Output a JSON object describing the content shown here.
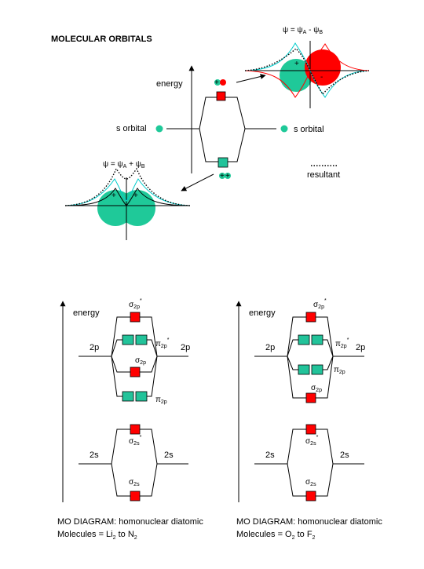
{
  "colors": {
    "bonding_fill": "#1fc999",
    "antibonding_fill": "#ff0000",
    "line": "#000000",
    "cyan_curve": "#00cccc"
  },
  "top": {
    "title": "MOLECULAR ORBITALS",
    "energy_label": "energy",
    "s_orbital_left": "s orbital",
    "s_orbital_right": "s orbital",
    "antibonding_eq": {
      "psi": "ψ = ψ",
      "a": "A",
      "mid": " - ψ",
      "b": "B"
    },
    "bonding_eq": {
      "psi": "ψ = ψ",
      "a": "A",
      "mid": " + ψ",
      "b": "B"
    },
    "resultant_label": "resultant"
  },
  "diagram_left": {
    "energy_label": "energy",
    "left_2p": "2p",
    "right_2p": "2p",
    "left_2s": "2s",
    "right_2s": "2s",
    "sigma": "σ",
    "sub_2p": "2p",
    "sub_2s": "2s",
    "star": "*",
    "pi": "π",
    "caption_line1": "MO DIAGRAM:  homonuclear diatomic",
    "caption_line2_pre": "Molecules = Li",
    "caption_sub1": "2",
    "caption_mid": " to N",
    "caption_sub2": "2"
  },
  "diagram_right": {
    "energy_label": "energy",
    "left_2p": "2p",
    "right_2p": "2p",
    "left_2s": "2s",
    "right_2s": "2s",
    "sigma": "σ",
    "sub_2p": "2p",
    "sub_2s": "2s",
    "star": "*",
    "pi": "π",
    "caption_line1": "MO DIAGRAM:  homonuclear diatomic",
    "caption_line2_pre": "Molecules = O",
    "caption_sub1": "2",
    "caption_mid": " to F",
    "caption_sub2": "2"
  }
}
